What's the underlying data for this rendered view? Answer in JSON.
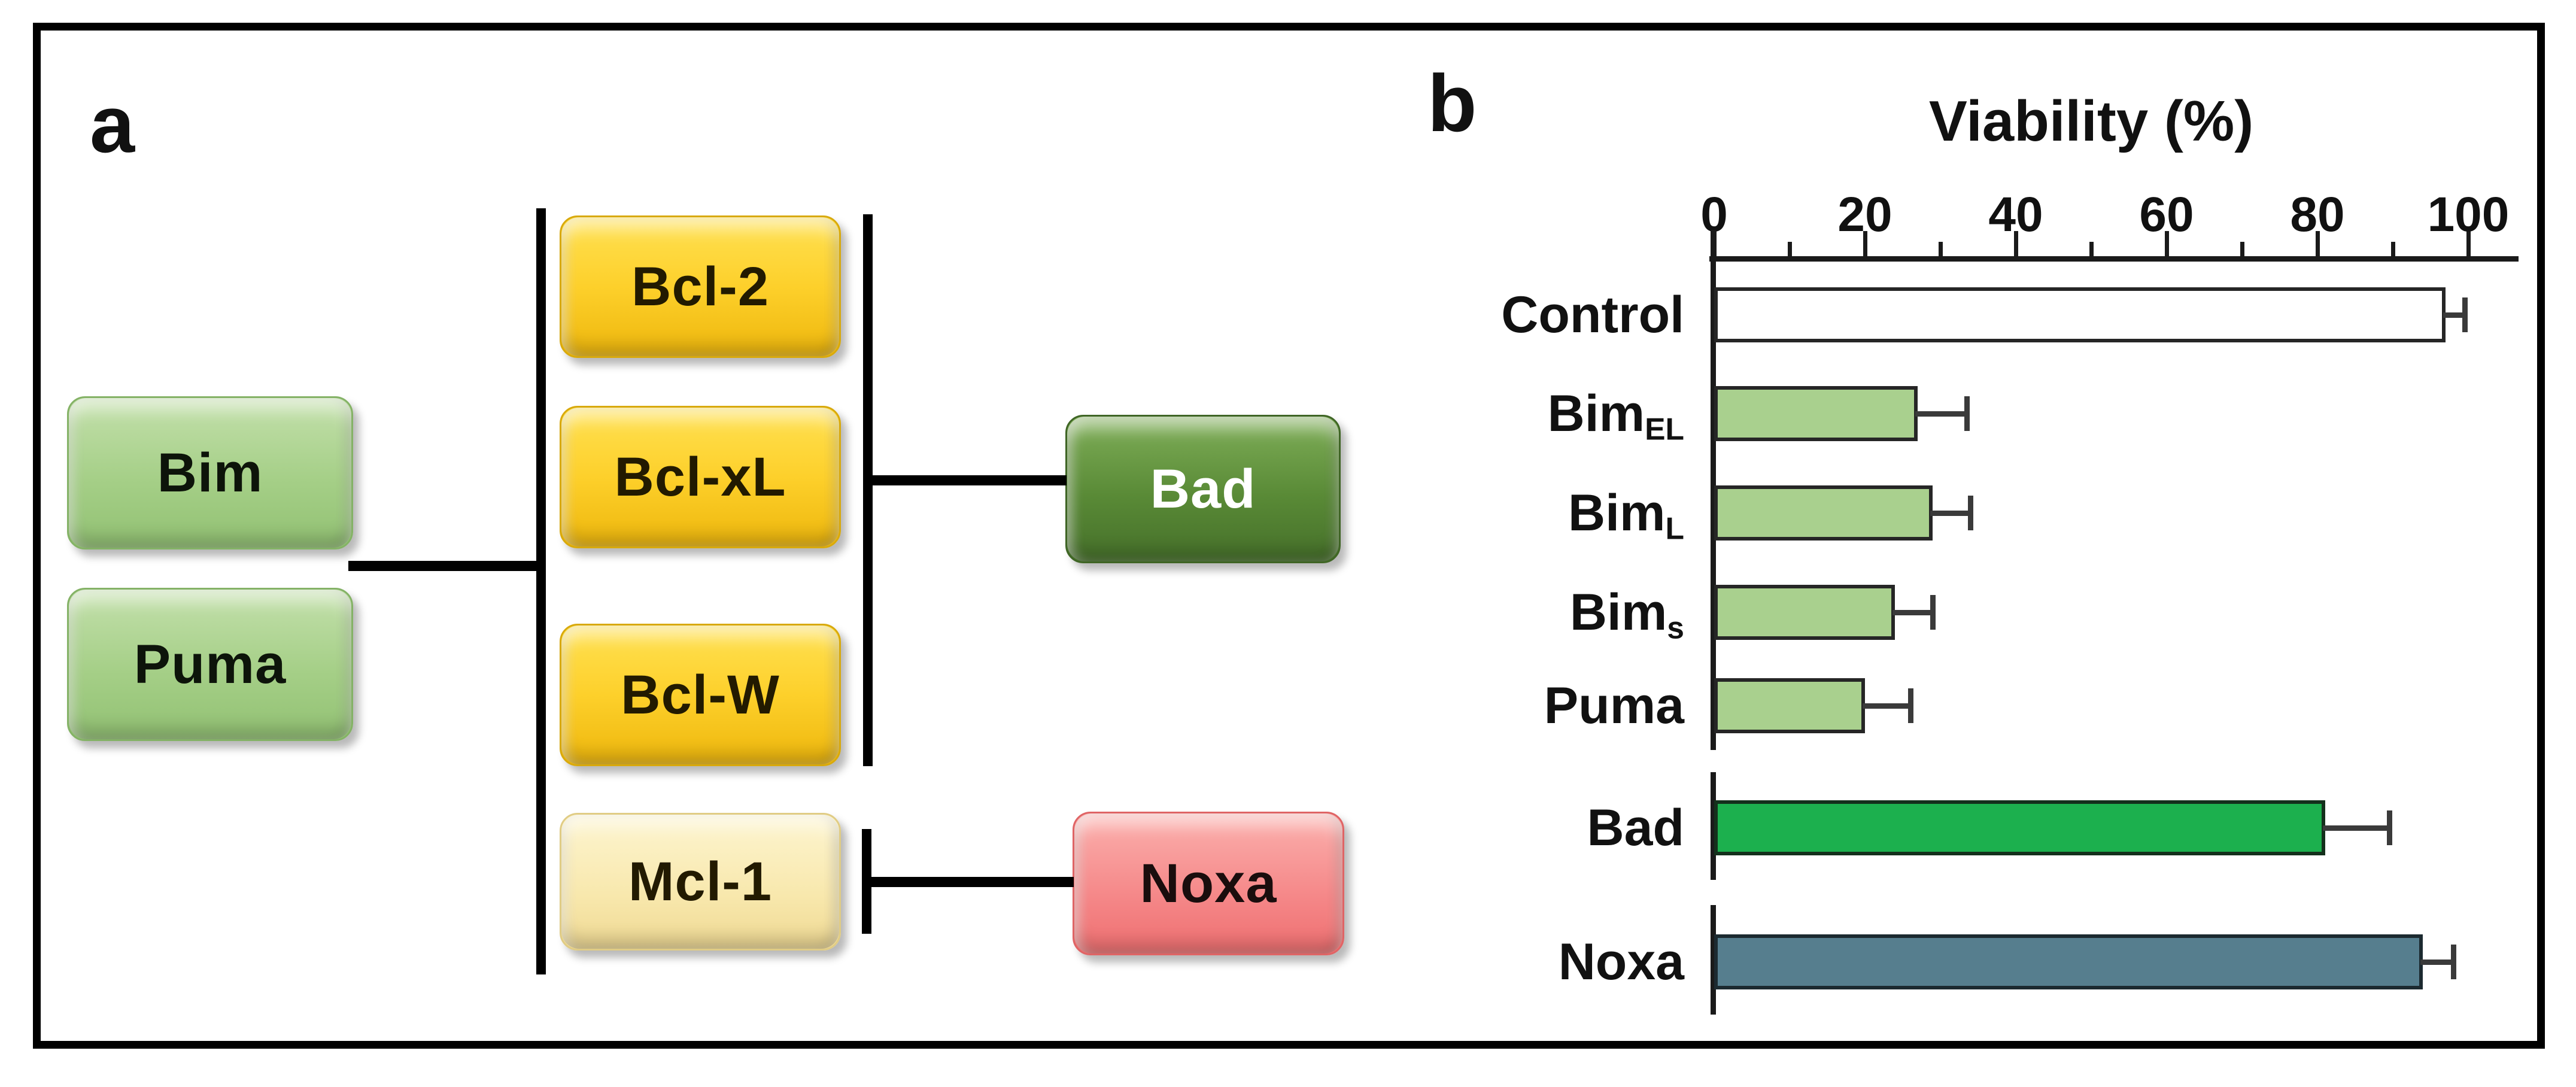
{
  "figure": {
    "panel_a_label": "a",
    "panel_b_label": "b",
    "frame_color": "#000000",
    "background_color": "#ffffff"
  },
  "panel_a": {
    "boxes": {
      "bim": {
        "label": "Bim",
        "color": "#a5cf87",
        "text_color": "#0d140a"
      },
      "puma": {
        "label": "Puma",
        "color": "#a5cf87",
        "text_color": "#0d140a"
      },
      "bcl2": {
        "label": "Bcl-2",
        "color": "#fdd02b",
        "text_color": "#221a00"
      },
      "bclxl": {
        "label": "Bcl-xL",
        "color": "#fdd02b",
        "text_color": "#221a00"
      },
      "bclw": {
        "label": "Bcl-W",
        "color": "#fdd02b",
        "text_color": "#221a00"
      },
      "mcl1": {
        "label": "Mcl-1",
        "color": "#f8e8ad",
        "text_color": "#221a00"
      },
      "bad": {
        "label": "Bad",
        "color": "#598a36",
        "text_color": "#ffffff"
      },
      "noxa": {
        "label": "Noxa",
        "color": "#f58788",
        "text_color": "#1a0d0d"
      }
    },
    "relations": [
      {
        "from": "Bim/Puma",
        "to": "Bcl-2/Bcl-xL/Bcl-W/Mcl-1 group",
        "type": "line"
      },
      {
        "from": "Bad",
        "to": "Bcl-2/Bcl-xL/Bcl-W group",
        "type": "line"
      },
      {
        "from": "Noxa",
        "to": "Mcl-1",
        "type": "inhibition-tbar"
      }
    ]
  },
  "panel_b": {
    "chart_data": {
      "type": "bar",
      "orientation": "horizontal",
      "title": "Viability (%)",
      "xlabel": "Viability (%)",
      "xlim": [
        0,
        100
      ],
      "x_tick_labels": [
        "0",
        "20",
        "40",
        "60",
        "80",
        "100"
      ],
      "minor_tick_step": 10,
      "axis_position": "top",
      "grid": false,
      "legend": false,
      "rows": [
        {
          "label": "Control",
          "sub": "",
          "value": 97,
          "error": 2.5,
          "fill": "#ffffff",
          "border": "#262626"
        },
        {
          "label": "Bim",
          "sub": "EL",
          "value": 27,
          "error": 6.5,
          "fill": "#a9d08e",
          "border": "#262626"
        },
        {
          "label": "Bim",
          "sub": "L",
          "value": 29,
          "error": 5,
          "fill": "#a9d08e",
          "border": "#262626"
        },
        {
          "label": "Bim",
          "sub": "s",
          "value": 24,
          "error": 5,
          "fill": "#a9d08e",
          "border": "#262626"
        },
        {
          "label": "Puma",
          "sub": "",
          "value": 20,
          "error": 6,
          "fill": "#a9d08e",
          "border": "#262626"
        },
        {
          "label": "Bad",
          "sub": "",
          "value": 81,
          "error": 8.5,
          "fill": "#1cb04e",
          "border": "#14301c"
        },
        {
          "label": "Noxa",
          "sub": "",
          "value": 94,
          "error": 4,
          "fill": "#567e8e",
          "border": "#1c2a30"
        }
      ]
    }
  }
}
